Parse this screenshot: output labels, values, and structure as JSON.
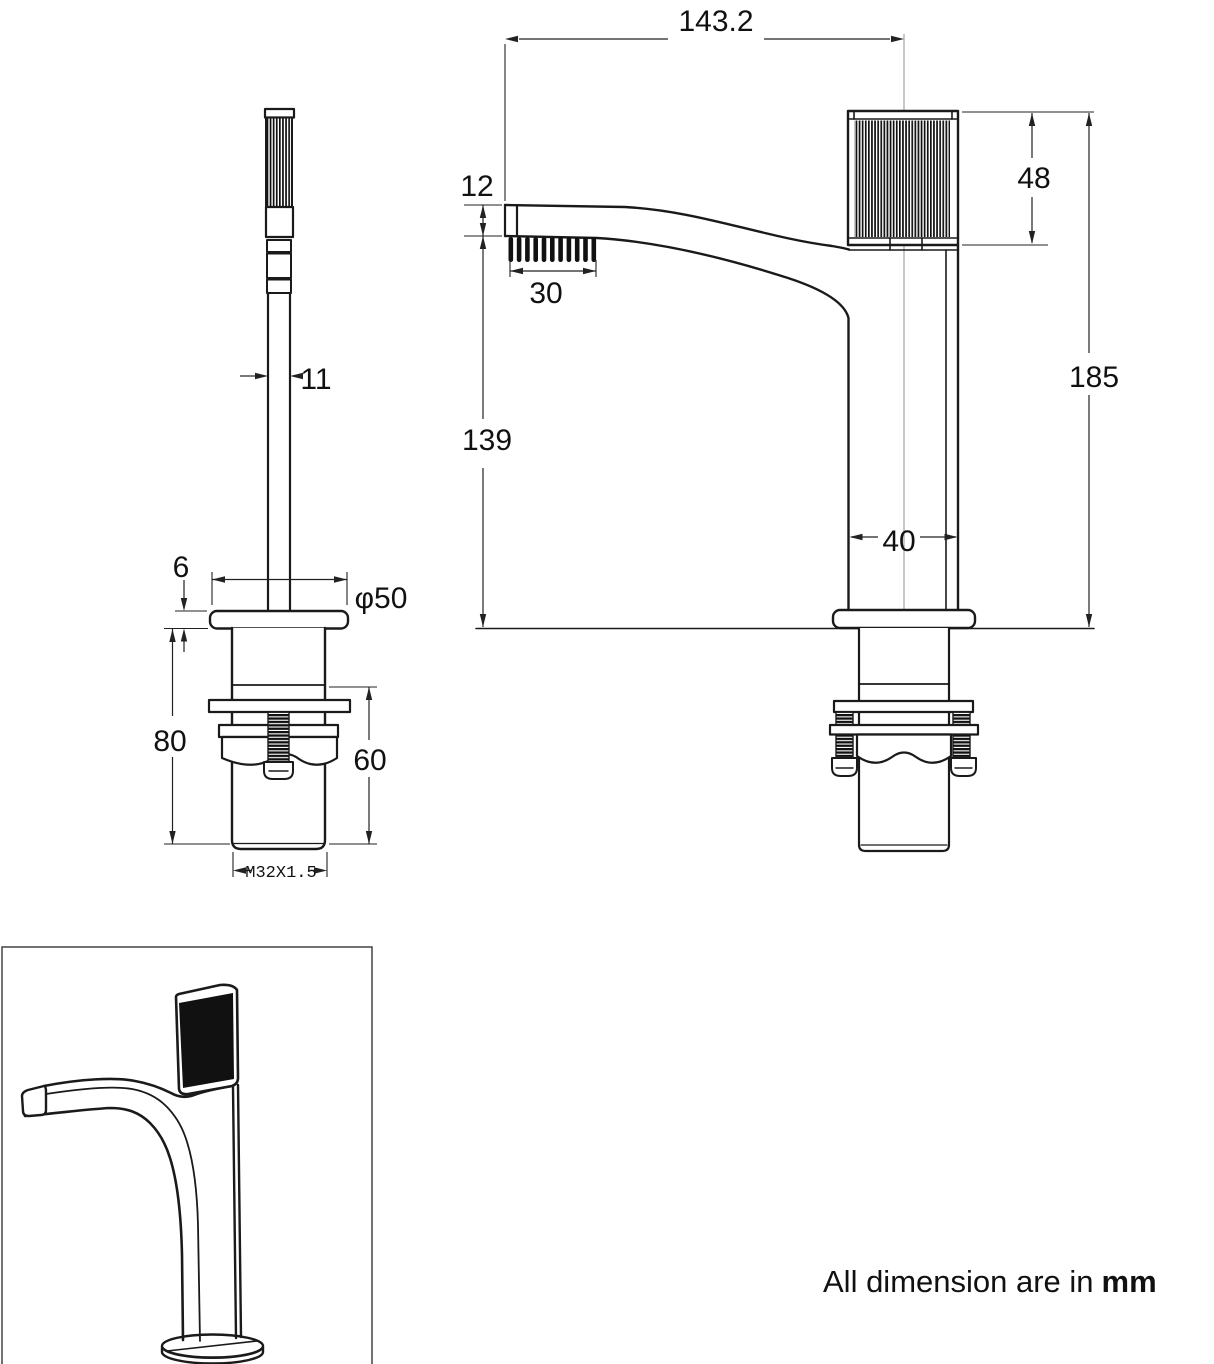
{
  "note": {
    "prefix": "All dimension are in",
    "unit": "mm"
  },
  "colors": {
    "line": "#1a1a1a",
    "dimension_line": "#222222",
    "centerline": "#909090",
    "background": "#ffffff",
    "knurl_fill": "#111111"
  },
  "views": {
    "side_view": {
      "name": "side-profile-view",
      "dimensions": {
        "spout_body_width": "11",
        "flange_thickness": "6",
        "flange_diameter": "φ50",
        "below_deck_height": "80",
        "shank_length": "60",
        "thread_spec": "M32X1.5"
      }
    },
    "front_view": {
      "name": "front-elevation-view",
      "dimensions": {
        "spout_reach": "143.2",
        "spout_tip_height": "12",
        "aerator_width": "30",
        "handle_height": "48",
        "spout_underside_height": "139",
        "total_height": "185",
        "body_width": "40"
      }
    },
    "perspective_view": {
      "name": "isometric-preview"
    }
  }
}
